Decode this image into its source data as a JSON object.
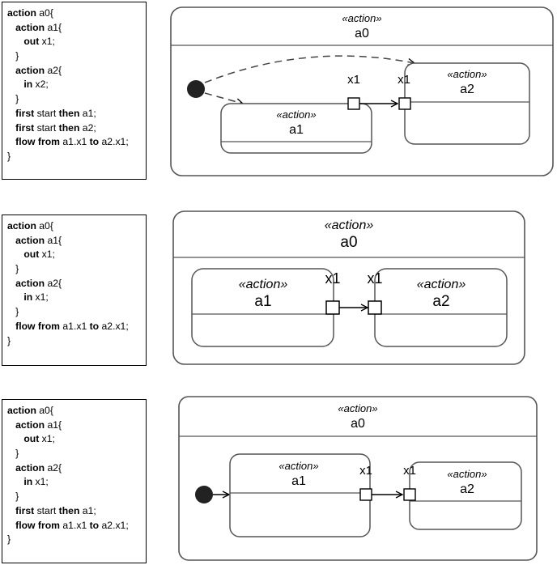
{
  "panels": [
    {
      "code": [
        [
          [
            "action",
            "kw"
          ],
          [
            " a0{",
            ""
          ]
        ],
        [
          [
            "   action",
            "kw"
          ],
          [
            " a1{",
            ""
          ]
        ],
        [
          [
            "      out",
            "kw"
          ],
          [
            " x1;",
            ""
          ]
        ],
        [
          [
            "   }",
            ""
          ]
        ],
        [
          [
            "   action",
            "kw"
          ],
          [
            " a2{",
            ""
          ]
        ],
        [
          [
            "      in",
            "kw"
          ],
          [
            " x2;",
            ""
          ]
        ],
        [
          [
            "   }",
            ""
          ]
        ],
        [
          [
            "   first",
            "kw"
          ],
          [
            " start ",
            ""
          ],
          [
            "then",
            "kw"
          ],
          [
            " a1;",
            ""
          ]
        ],
        [
          [
            "   first",
            "kw"
          ],
          [
            " start ",
            ""
          ],
          [
            "then",
            "kw"
          ],
          [
            " a2;",
            ""
          ]
        ],
        [
          [
            "   flow",
            "kw"
          ],
          [
            " ",
            ""
          ],
          [
            "from",
            "kw"
          ],
          [
            " a1.x1 ",
            ""
          ],
          [
            "to",
            "kw"
          ],
          [
            " a2.x1;",
            ""
          ]
        ],
        [
          [
            "}",
            ""
          ]
        ]
      ],
      "diagram": {
        "outer": {
          "stereotype": "«action»",
          "name": "a0"
        },
        "a1": {
          "stereotype": "«action»",
          "name": "a1"
        },
        "a2": {
          "stereotype": "«action»",
          "name": "a2"
        },
        "pin_out": "x1",
        "pin_in": "x1"
      }
    },
    {
      "code": [
        [
          [
            "action",
            "kw"
          ],
          [
            " a0{",
            ""
          ]
        ],
        [
          [
            "   action",
            "kw"
          ],
          [
            " a1{",
            ""
          ]
        ],
        [
          [
            "      out",
            "kw"
          ],
          [
            " x1;",
            ""
          ]
        ],
        [
          [
            "   }",
            ""
          ]
        ],
        [
          [
            "   action",
            "kw"
          ],
          [
            " a2{",
            ""
          ]
        ],
        [
          [
            "      in",
            "kw"
          ],
          [
            " x1;",
            ""
          ]
        ],
        [
          [
            "   }",
            ""
          ]
        ],
        [
          [
            "   flow",
            "kw"
          ],
          [
            " ",
            ""
          ],
          [
            "from",
            "kw"
          ],
          [
            " a1.x1 ",
            ""
          ],
          [
            "to",
            "kw"
          ],
          [
            " a2.x1;",
            ""
          ]
        ],
        [
          [
            "}",
            ""
          ]
        ]
      ],
      "diagram": {
        "outer": {
          "stereotype": "«action»",
          "name": "a0"
        },
        "a1": {
          "stereotype": "«action»",
          "name": "a1"
        },
        "a2": {
          "stereotype": "«action»",
          "name": "a2"
        },
        "pin_out": "x1",
        "pin_in": "x1"
      }
    },
    {
      "code": [
        [
          [
            "action",
            "kw"
          ],
          [
            " a0{",
            ""
          ]
        ],
        [
          [
            "   action",
            "kw"
          ],
          [
            " a1{",
            ""
          ]
        ],
        [
          [
            "      out",
            "kw"
          ],
          [
            " x1;",
            ""
          ]
        ],
        [
          [
            "   }",
            ""
          ]
        ],
        [
          [
            "   action",
            "kw"
          ],
          [
            " a2{",
            ""
          ]
        ],
        [
          [
            "      in",
            "kw"
          ],
          [
            " x1;",
            ""
          ]
        ],
        [
          [
            "   }",
            ""
          ]
        ],
        [
          [
            "   first",
            "kw"
          ],
          [
            " start ",
            ""
          ],
          [
            "then",
            "kw"
          ],
          [
            " a1;",
            ""
          ]
        ],
        [
          [
            "   flow",
            "kw"
          ],
          [
            " ",
            ""
          ],
          [
            "from",
            "kw"
          ],
          [
            " a1.x1 ",
            ""
          ],
          [
            "to",
            "kw"
          ],
          [
            " a2.x1;",
            ""
          ]
        ],
        [
          [
            "}",
            ""
          ]
        ]
      ],
      "diagram": {
        "outer": {
          "stereotype": "«action»",
          "name": "a0"
        },
        "a1": {
          "stereotype": "«action»",
          "name": "a1"
        },
        "a2": {
          "stereotype": "«action»",
          "name": "a2"
        },
        "pin_out": "x1",
        "pin_in": "x1"
      }
    }
  ]
}
